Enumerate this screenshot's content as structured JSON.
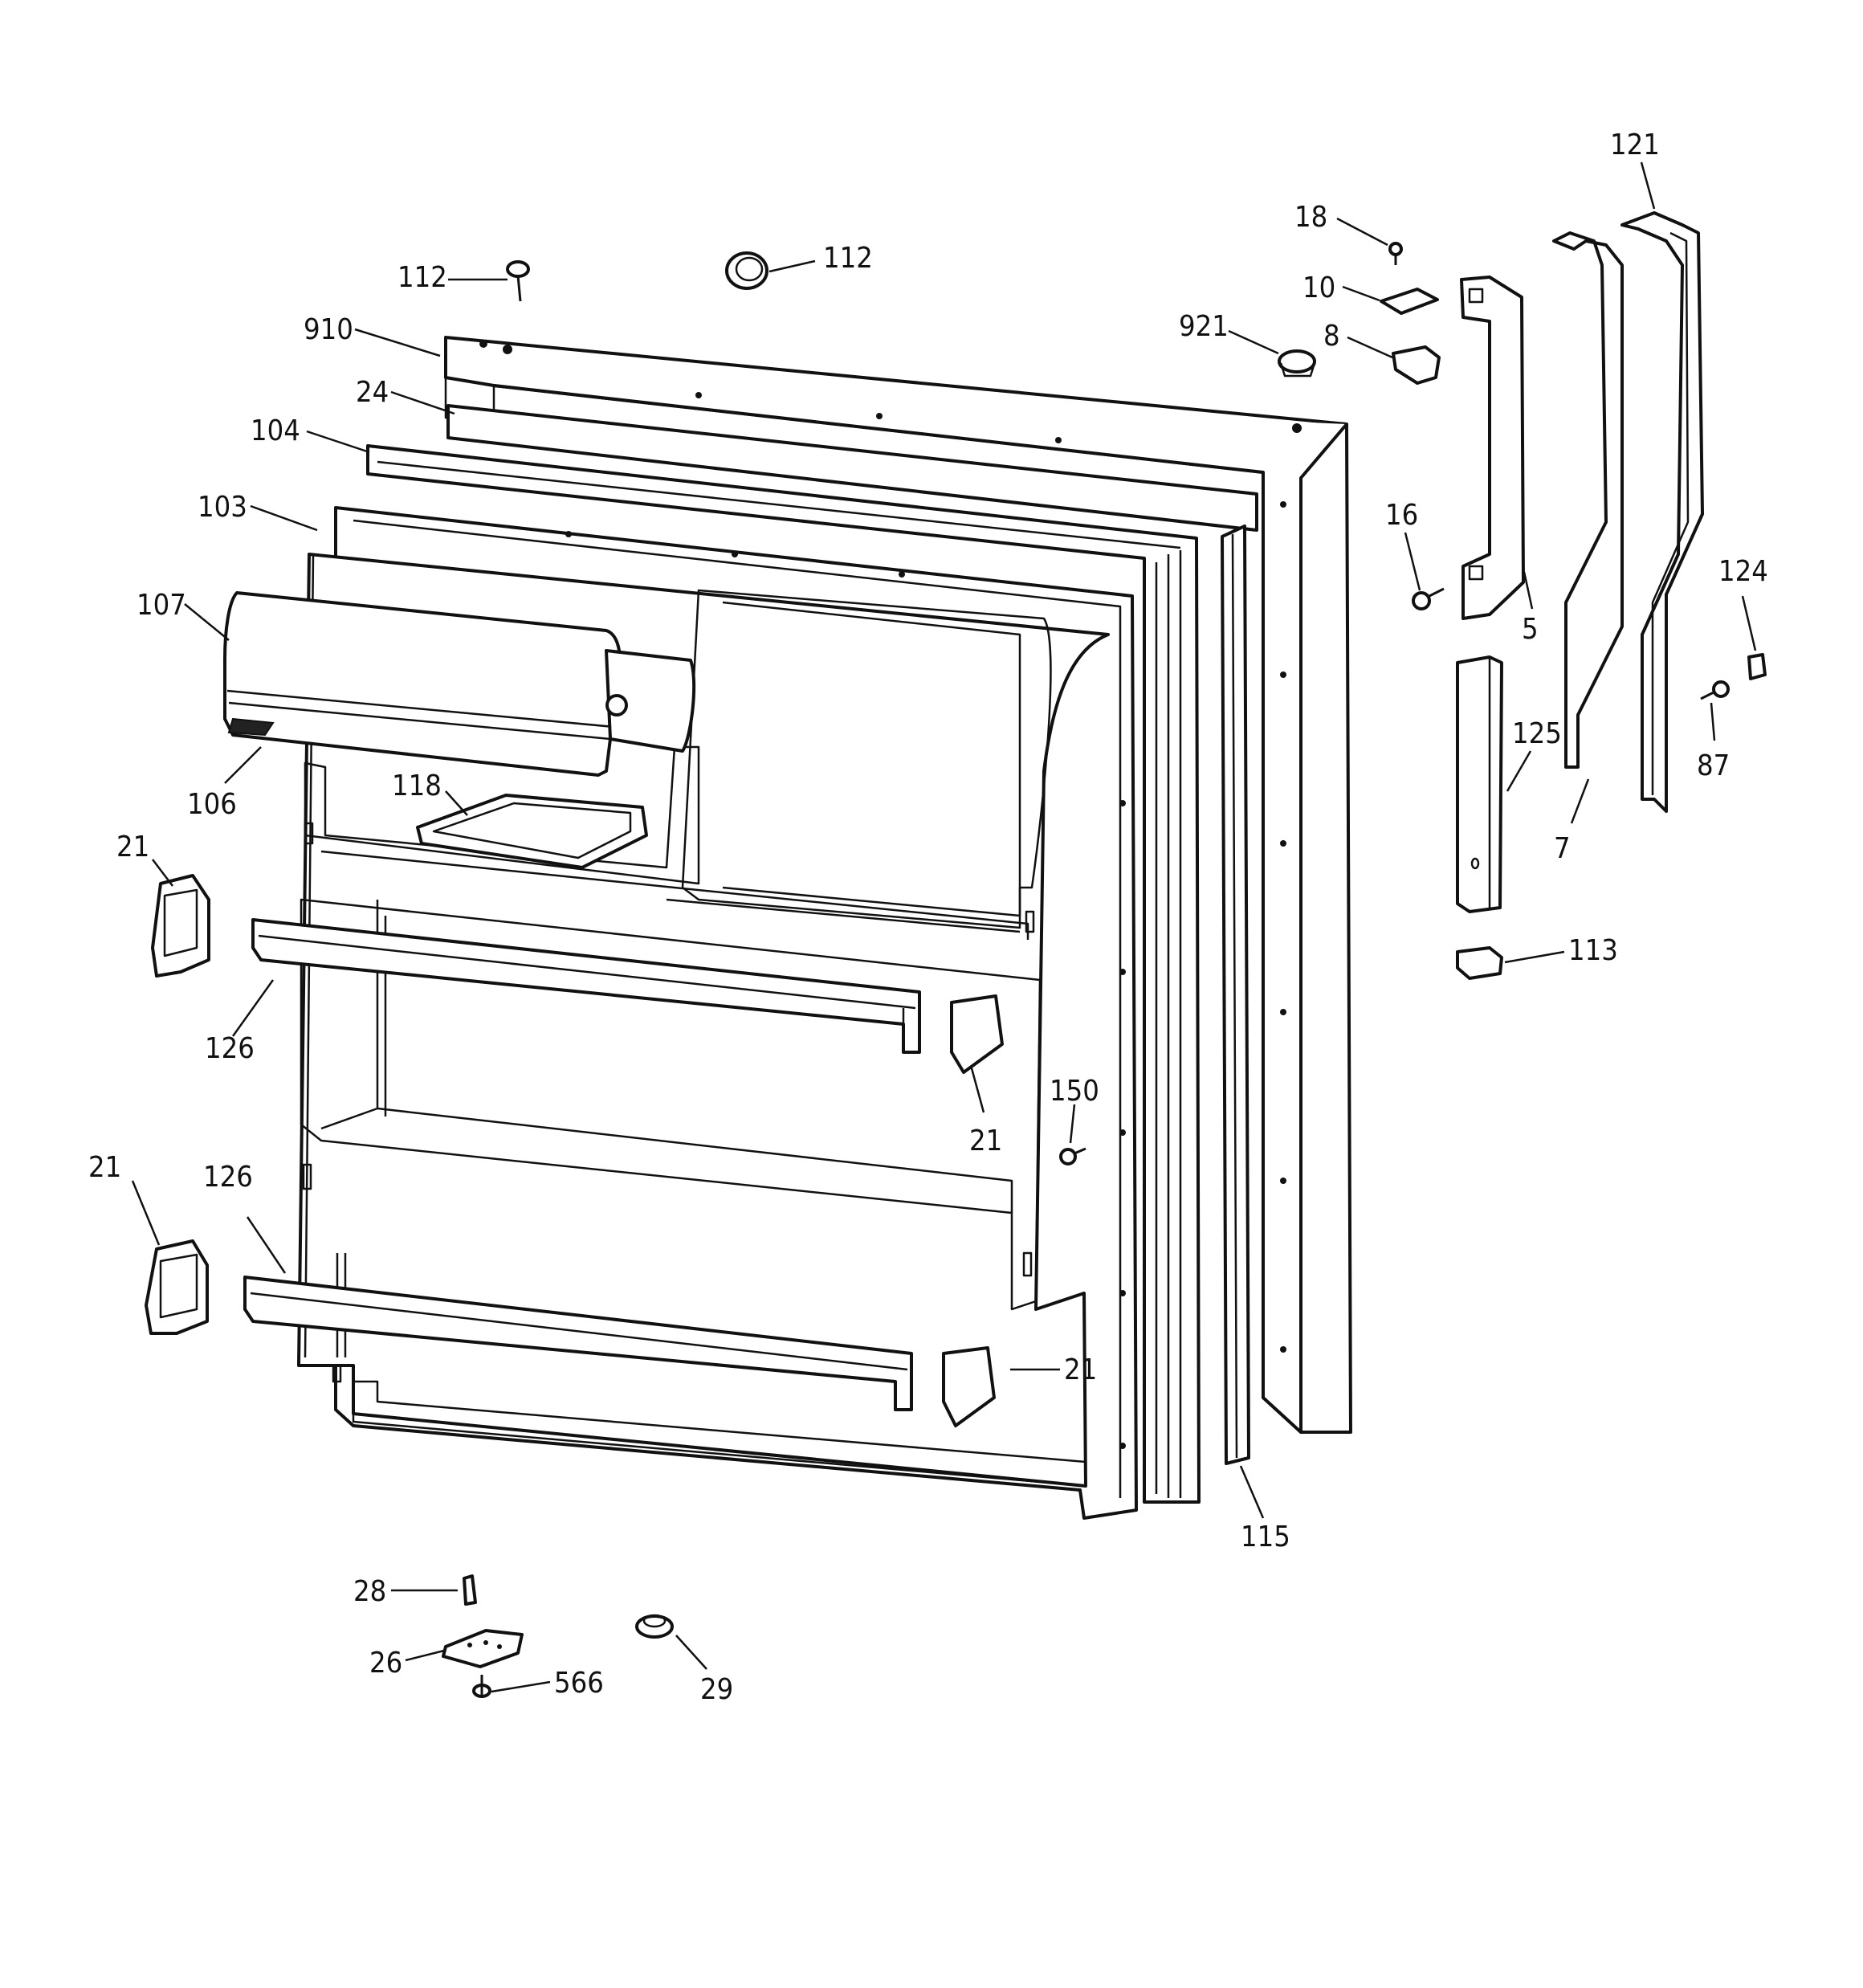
{
  "diagram": {
    "callouts": [
      {
        "id": "112-screw",
        "label": "112"
      },
      {
        "id": "112-cap",
        "label": "112"
      },
      {
        "id": "910",
        "label": "910"
      },
      {
        "id": "24",
        "label": "24"
      },
      {
        "id": "104",
        "label": "104"
      },
      {
        "id": "103",
        "label": "103"
      },
      {
        "id": "107",
        "label": "107"
      },
      {
        "id": "106",
        "label": "106"
      },
      {
        "id": "118",
        "label": "118"
      },
      {
        "id": "21-a",
        "label": "21"
      },
      {
        "id": "126-a",
        "label": "126"
      },
      {
        "id": "21-b",
        "label": "21"
      },
      {
        "id": "150",
        "label": "150"
      },
      {
        "id": "21-c",
        "label": "21"
      },
      {
        "id": "126-b",
        "label": "126"
      },
      {
        "id": "21-d",
        "label": "21"
      },
      {
        "id": "115",
        "label": "115"
      },
      {
        "id": "28",
        "label": "28"
      },
      {
        "id": "26",
        "label": "26"
      },
      {
        "id": "566",
        "label": "566"
      },
      {
        "id": "29",
        "label": "29"
      },
      {
        "id": "18",
        "label": "18"
      },
      {
        "id": "10",
        "label": "10"
      },
      {
        "id": "921",
        "label": "921"
      },
      {
        "id": "8",
        "label": "8"
      },
      {
        "id": "16",
        "label": "16"
      },
      {
        "id": "5",
        "label": "5"
      },
      {
        "id": "125",
        "label": "125"
      },
      {
        "id": "113",
        "label": "113"
      },
      {
        "id": "121",
        "label": "121"
      },
      {
        "id": "7",
        "label": "7"
      },
      {
        "id": "124",
        "label": "124"
      },
      {
        "id": "87",
        "label": "87"
      }
    ]
  }
}
